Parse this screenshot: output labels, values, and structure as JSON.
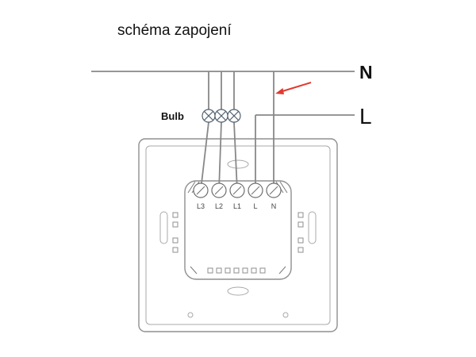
{
  "title": "schéma zapojení",
  "labels": {
    "neutral": "N",
    "live": "L",
    "bulb": "Bulb"
  },
  "terminals": [
    "L3",
    "L2",
    "L1",
    "L",
    "N"
  ],
  "colors": {
    "neutral_wire": "#5b9bd5",
    "live_wire": "#c00000",
    "load_wire": "#bf3a22",
    "arrow": "#e03a2f"
  }
}
